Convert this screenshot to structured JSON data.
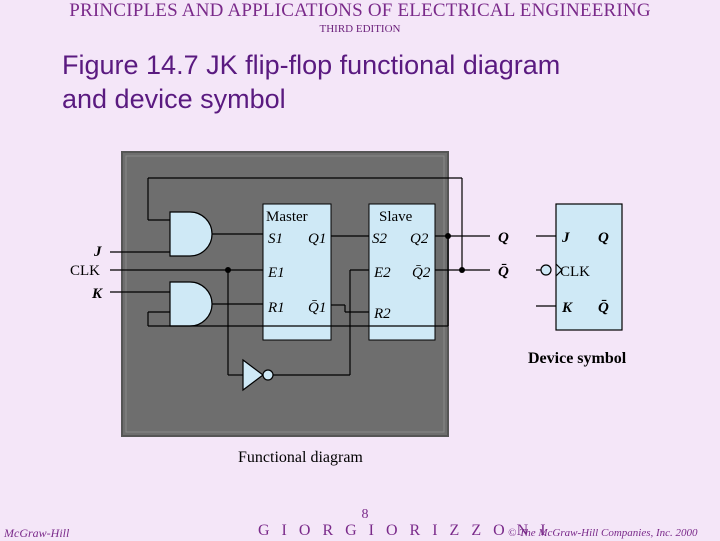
{
  "header": {
    "title": "PRINCIPLES AND APPLICATIONS OF ELECTRICAL ENGINEERING",
    "edition": "THIRD EDITION"
  },
  "figure": {
    "title_line1": "Figure 14.7 JK flip-flop functional diagram",
    "title_line2": "and device symbol",
    "caption_functional": "Functional diagram",
    "caption_device": "Device symbol"
  },
  "functional_diagram": {
    "inputs": {
      "j": "J",
      "clk": "CLK",
      "k": "K"
    },
    "master": {
      "title": "Master",
      "s": "S1",
      "q": "Q1",
      "e": "E1",
      "r": "R1",
      "qbar": "Q̄1"
    },
    "slave": {
      "title": "Slave",
      "s": "S2",
      "q": "Q2",
      "e": "E2",
      "qbar": "Q̄2",
      "r": "R2"
    },
    "outputs": {
      "q": "Q",
      "qbar": "Q̄"
    }
  },
  "device_symbol": {
    "j": "J",
    "q": "Q",
    "clk": "CLK",
    "k": "K",
    "qbar": "Q̄"
  },
  "footer": {
    "publisher": "McGraw-Hill",
    "page": "8",
    "author": "G I O R G I O   R I Z Z O N I",
    "copyright": "© The McGraw-Hill Companies, Inc. 2000"
  },
  "colors": {
    "background": "#f4e6f8",
    "accent": "#7a2a8a",
    "panel": "#6e6e6e",
    "block": "#cfe9f6"
  }
}
